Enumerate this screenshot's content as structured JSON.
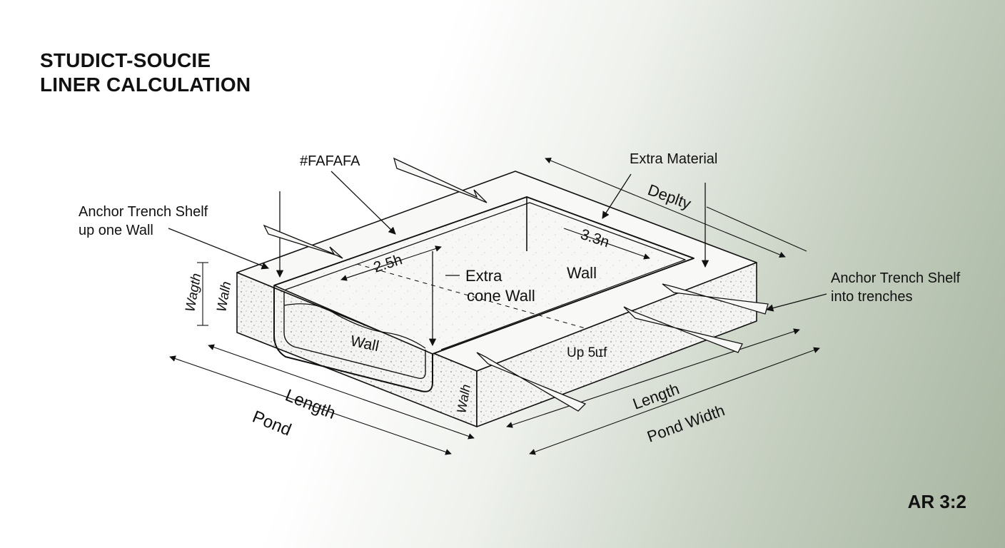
{
  "title": {
    "line1": "STUDICT-SOUCIE",
    "line2": "LINER CALCULATION"
  },
  "aspect_ratio_label": "AR 3:2",
  "labels": {
    "fafafa": "#FAFAFA",
    "extra_material": "Extra Material",
    "deplty": "Deplty",
    "anchor_left_1": "Anchor Trench Shelf",
    "anchor_left_2": "up one Wall",
    "anchor_right_1": "Anchor Trench Shelf",
    "anchor_right_2": "into trenches",
    "dim_25h": "2.5h",
    "dim_33n": "3.3n",
    "extra_cone_1": "Extra",
    "extra_cone_2": "cone Wall",
    "wall_center": "Wall",
    "wall_floor": "Wall",
    "wagth": "Wagth",
    "walh_left": "Walh",
    "walh_front": "Walh",
    "up_5": "Up 5ɩɪf",
    "length_left": "Length",
    "pond_left": "Pond",
    "length_right": "Length",
    "pond_width": "Pond Width"
  }
}
